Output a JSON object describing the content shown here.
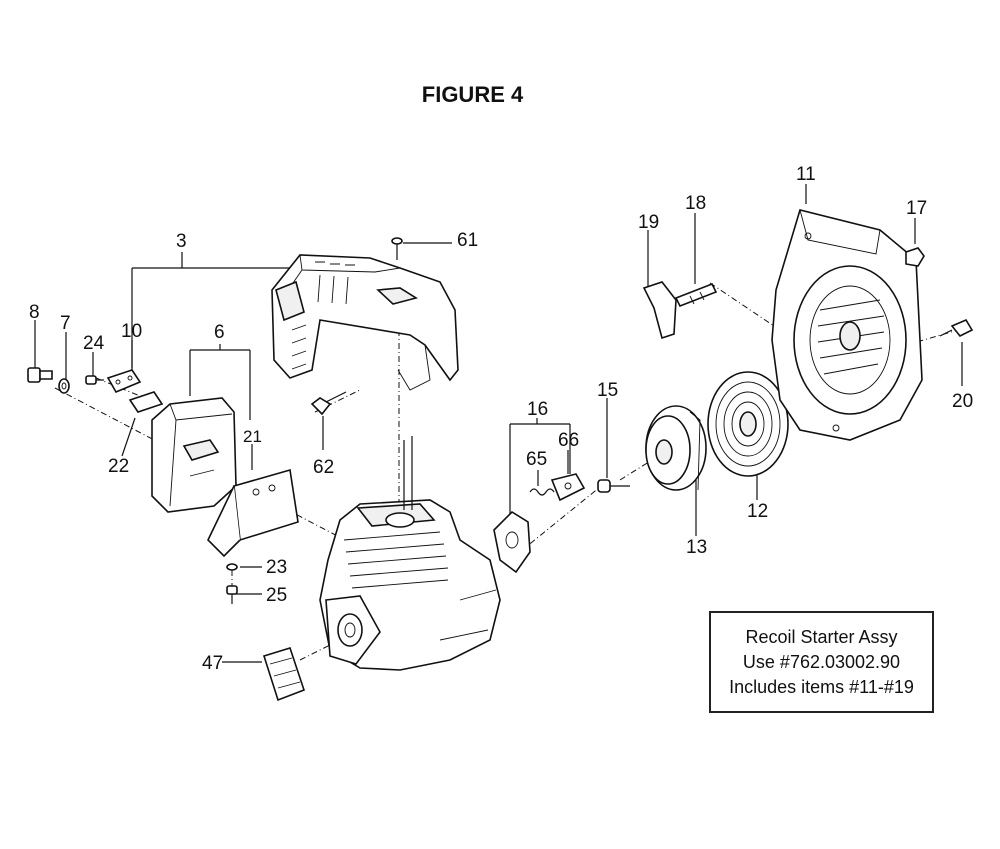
{
  "figure_title": "FIGURE 4",
  "callouts": {
    "n3": "3",
    "n6": "6",
    "n7": "7",
    "n8": "8",
    "n10": "10",
    "n11": "11",
    "n12": "12",
    "n13": "13",
    "n15": "15",
    "n16": "16",
    "n17": "17",
    "n18": "18",
    "n19": "19",
    "n20": "20",
    "n21": "21",
    "n22": "22",
    "n23": "23",
    "n24": "24",
    "n25": "25",
    "n47": "47",
    "n61": "61",
    "n62": "62",
    "n65": "65",
    "n66": "66"
  },
  "info_box": {
    "line1": "Recoil Starter Assy",
    "line2": "Use #762.03002.90",
    "line3": "Includes items #11-#19"
  }
}
